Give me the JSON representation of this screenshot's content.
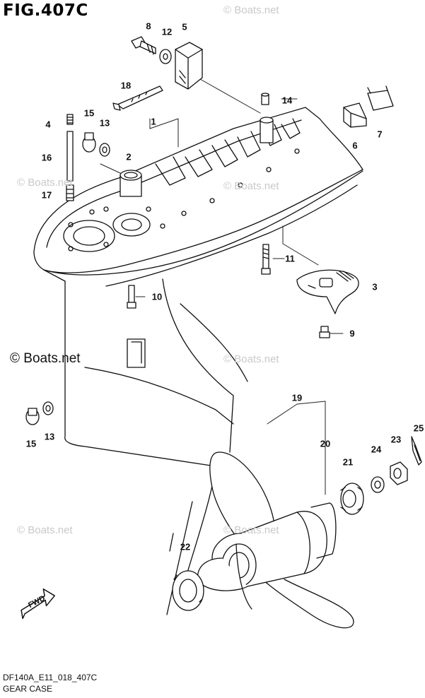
{
  "figure": {
    "title": "FIG.407C"
  },
  "watermarks": {
    "text": "© Boats.net",
    "main_text": "© Boats.net"
  },
  "footer": {
    "code": "DF140A_E11_018_407C",
    "caption": "GEAR CASE"
  },
  "fwd_label": "FWD",
  "callouts": {
    "c1": "1",
    "c2": "2",
    "c3": "3",
    "c4": "4",
    "c5": "5",
    "c6": "6",
    "c7": "7",
    "c8": "8",
    "c9": "9",
    "c10": "10",
    "c11": "11",
    "c12": "12",
    "c13a": "13",
    "c13b": "13",
    "c14": "14",
    "c15a": "15",
    "c15b": "15",
    "c16": "16",
    "c17": "17",
    "c18": "18",
    "c19": "19",
    "c20": "20",
    "c21": "21",
    "c22": "22",
    "c23": "23",
    "c24": "24",
    "c25": "25"
  },
  "colors": {
    "line": "#111111",
    "watermark": "#c9c9c9",
    "background": "#ffffff"
  }
}
